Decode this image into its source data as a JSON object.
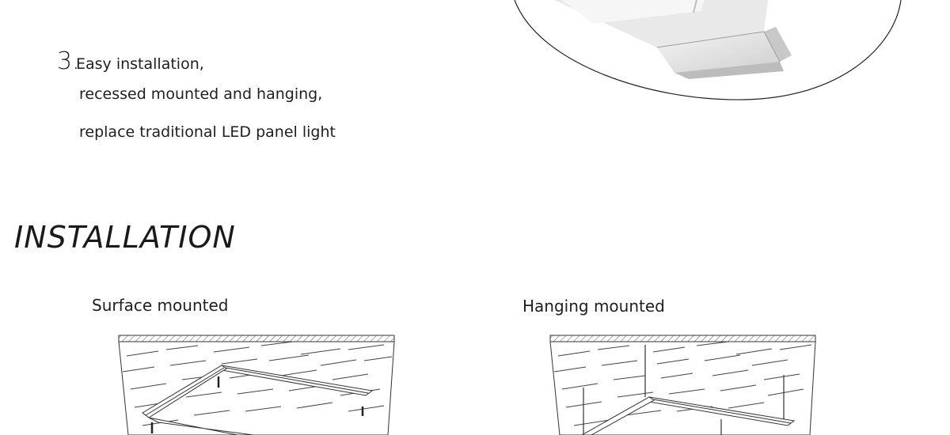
{
  "feature": {
    "number": "3.",
    "line1": "Easy installation,",
    "line2": "recessed mounted and hanging,",
    "line3": "replace traditional LED panel light"
  },
  "section": {
    "title": "INSTALLATION"
  },
  "diagrams": [
    {
      "id": "surface",
      "caption": "Surface mounted"
    },
    {
      "id": "hanging",
      "caption": "Hanging mounted"
    }
  ],
  "colors": {
    "background": "#ffffff",
    "text": "#1f1f1f",
    "line": "#333333",
    "panel_frame": "#d8d8d8"
  }
}
